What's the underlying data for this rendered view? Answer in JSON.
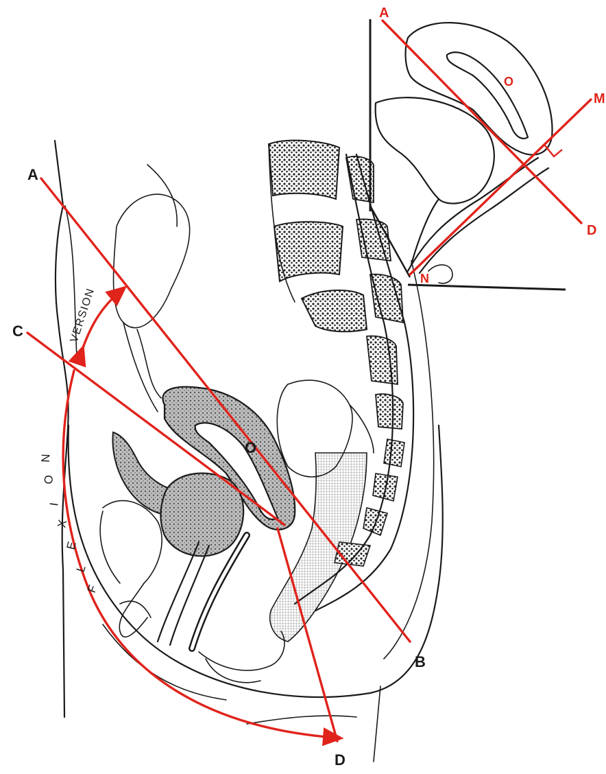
{
  "colors": {
    "line": "#e0231b",
    "ink": "#1a1a1a",
    "shade": "#6d6d6d",
    "bone": "#2a2a2a"
  },
  "main": {
    "labels": {
      "a": "A",
      "b": "B",
      "c": "C",
      "d": "D",
      "o": "O",
      "version": "VERSION",
      "flexion": [
        "F",
        "L",
        "E",
        "X",
        "I",
        "O",
        "N"
      ]
    }
  },
  "inset": {
    "labels": {
      "a": "A",
      "o": "O",
      "m": "M",
      "d": "D",
      "n": "N"
    }
  }
}
